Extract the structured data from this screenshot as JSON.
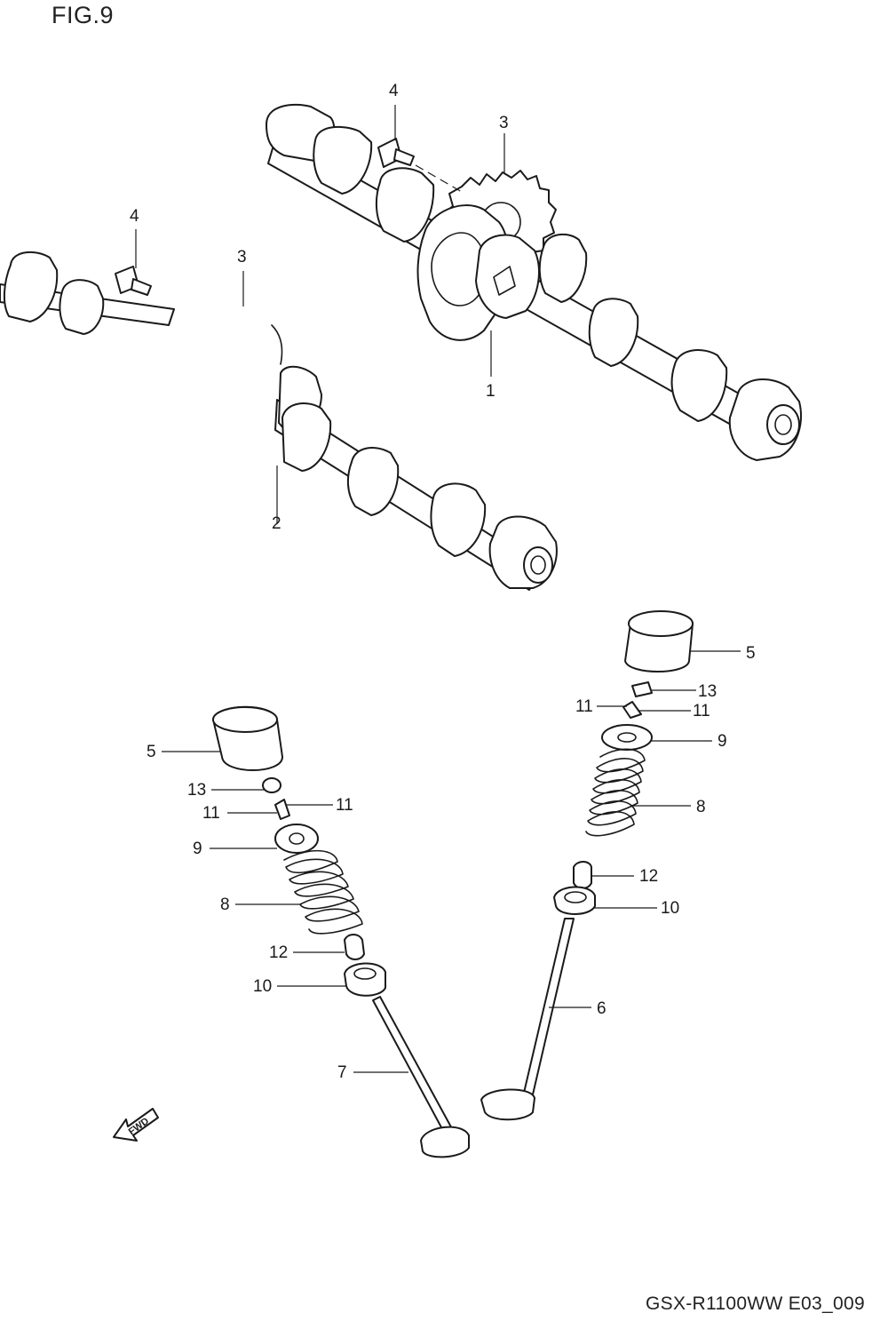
{
  "figure": {
    "title": "FIG.9",
    "footer_code": "GSX-R1100WW  E03_009"
  },
  "direction_label": "FWD",
  "callouts": {
    "p1": "1",
    "p2": "2",
    "p3a": "3",
    "p3b": "3",
    "p4a": "4",
    "p4b": "4",
    "p5a": "5",
    "p5b": "5",
    "p6": "6",
    "p7": "7",
    "p8a": "8",
    "p8b": "8",
    "p9a": "9",
    "p9b": "9",
    "p10a": "10",
    "p10b": "10",
    "p11a": "11",
    "p11b": "11",
    "p11c": "11",
    "p11d": "11",
    "p12a": "12",
    "p12b": "12",
    "p13a": "13",
    "p13b": "13"
  }
}
